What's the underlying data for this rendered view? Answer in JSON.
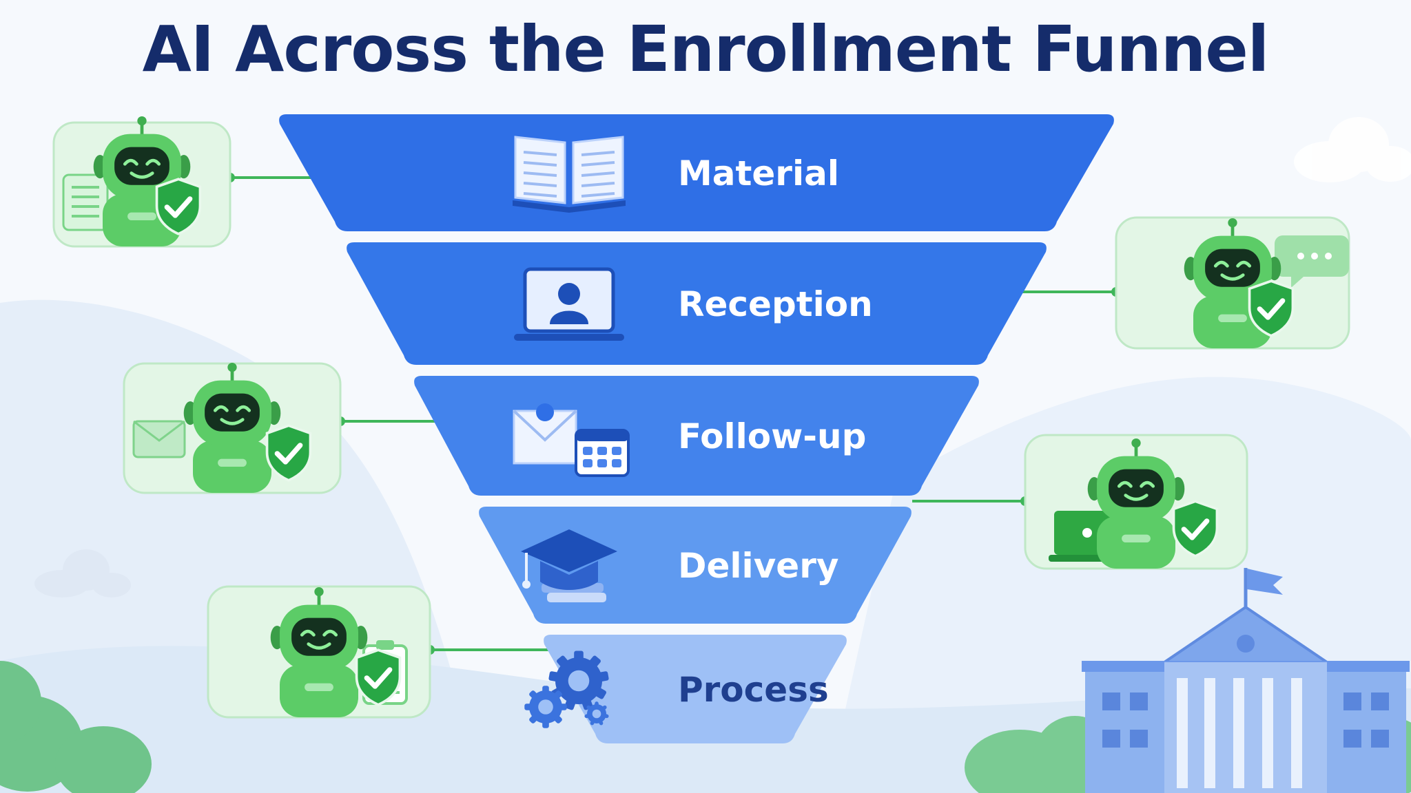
{
  "title": "AI Across the Enrollment Funnel",
  "colors": {
    "title": "#152c6b",
    "robot_green": "#4cc25a",
    "shield_green": "#28a745",
    "connector": "#3fb65a",
    "building": "#7ea6ec"
  },
  "stages": [
    {
      "label": "Material",
      "icon": "open-book-icon",
      "fill": "#2f6fe6",
      "label_color": "#ffffff"
    },
    {
      "label": "Reception",
      "icon": "laptop-user-icon",
      "fill": "#3477e9",
      "label_color": "#ffffff"
    },
    {
      "label": "Follow-up",
      "icon": "envelope-calendar-icon",
      "fill": "#4383ec",
      "label_color": "#ffffff"
    },
    {
      "label": "Delivery",
      "icon": "graduation-cap-books-icon",
      "fill": "#5f9af0",
      "label_color": "#ffffff"
    },
    {
      "label": "Process",
      "icon": "gears-icon",
      "fill": "#9ec0f6",
      "label_color": "#1f3f8f"
    }
  ],
  "assistants": [
    {
      "stage": "Material",
      "side": "left",
      "prop": "document-icon"
    },
    {
      "stage": "Reception",
      "side": "right",
      "prop": "chat-bubble-icon"
    },
    {
      "stage": "Follow-up",
      "side": "left",
      "prop": "envelope-icon"
    },
    {
      "stage": "Delivery",
      "side": "right",
      "prop": "laptop-icon"
    },
    {
      "stage": "Process",
      "side": "left",
      "prop": "clipboard-icon"
    }
  ]
}
